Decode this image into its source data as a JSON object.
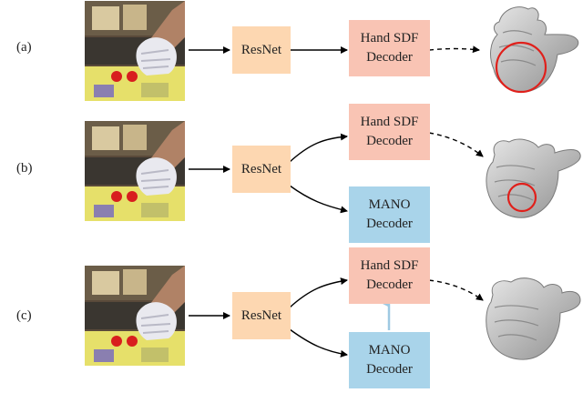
{
  "rows": [
    {
      "label": "(a)",
      "resnet": "ResNet",
      "sdf": [
        "Hand SDF",
        "Decoder"
      ],
      "highlight": true
    },
    {
      "label": "(b)",
      "resnet": "ResNet",
      "sdf": [
        "Hand SDF",
        "Decoder"
      ],
      "mano": [
        "MANO",
        "Decoder"
      ],
      "highlight": true
    },
    {
      "label": "(c)",
      "resnet": "ResNet",
      "sdf": [
        "Hand SDF",
        "Decoder"
      ],
      "mano": [
        "MANO",
        "Decoder"
      ],
      "highlight": false
    }
  ],
  "colors": {
    "resnet": "#fdd7b1",
    "sdf": "#f9c4b4",
    "mano": "#a9d4ea",
    "arrow": "#000000",
    "mano_to_sdf_arrow": "#9ec9e2",
    "highlight_circle": "#e0201b",
    "mesh": "#bdbdbd"
  }
}
